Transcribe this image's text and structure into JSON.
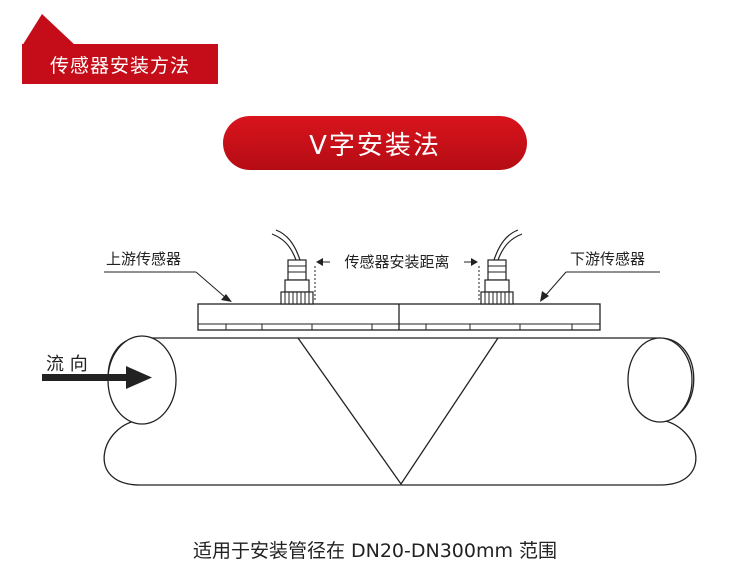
{
  "header": {
    "section_title": "传感器安装方法",
    "accent_color": "#c40d18"
  },
  "method": {
    "title": "V字安装法"
  },
  "diagram": {
    "upstream_label": "上游传感器",
    "downstream_label": "下游传感器",
    "spacing_label": "传感器安装距离",
    "flow_label": "流 向",
    "flow_arrow_icon": "arrow-right-icon"
  },
  "caption": "适用于安装管径在 DN20-DN300mm 范围"
}
